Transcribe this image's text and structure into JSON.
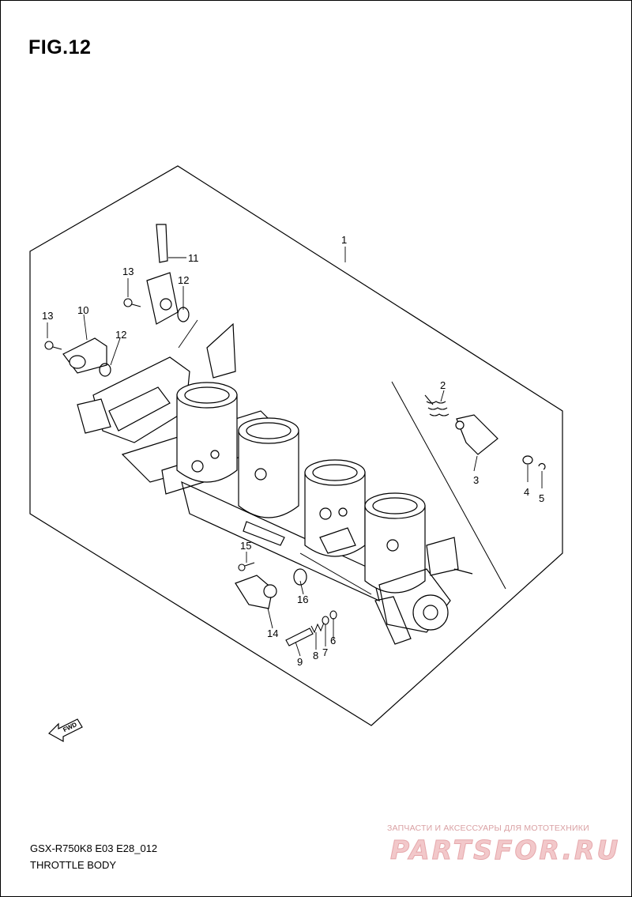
{
  "figure": {
    "title": "FIG.12"
  },
  "callouts": [
    {
      "id": "part-1",
      "label": "1"
    },
    {
      "id": "part-2",
      "label": "2"
    },
    {
      "id": "part-3",
      "label": "3"
    },
    {
      "id": "part-4",
      "label": "4"
    },
    {
      "id": "part-5",
      "label": "5"
    },
    {
      "id": "part-6",
      "label": "6"
    },
    {
      "id": "part-7",
      "label": "7"
    },
    {
      "id": "part-8",
      "label": "8"
    },
    {
      "id": "part-9",
      "label": "9"
    },
    {
      "id": "part-10",
      "label": "10"
    },
    {
      "id": "part-11",
      "label": "11"
    },
    {
      "id": "part-12a",
      "label": "12"
    },
    {
      "id": "part-12b",
      "label": "12"
    },
    {
      "id": "part-13a",
      "label": "13"
    },
    {
      "id": "part-13b",
      "label": "13"
    },
    {
      "id": "part-14",
      "label": "14"
    },
    {
      "id": "part-15",
      "label": "15"
    },
    {
      "id": "part-16",
      "label": "16"
    }
  ],
  "fwd_badge": {
    "label": "FWD",
    "icon": "forward-arrow-icon"
  },
  "footer": {
    "model_code": "GSX-R750K8 E03 E28_012",
    "section_name": "THROTTLE BODY"
  },
  "watermark": {
    "tagline": "ЗАПЧАСТИ И АКСЕССУАРЫ ДЛЯ МОТОТЕХНИКИ",
    "logo": "PARTSFOR.RU"
  }
}
